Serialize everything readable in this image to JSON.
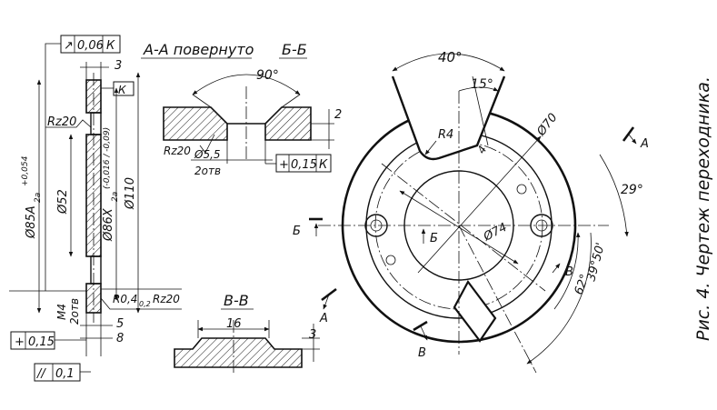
{
  "caption": "Рис. 4. Чертеж переходника.",
  "section_titles": {
    "aa": "А-А повернуто",
    "bb": "Б-Б",
    "vv": "В-В"
  },
  "feature_frames": {
    "top_left": {
      "symbol": "↗",
      "value": "0,06",
      "datum": "К"
    },
    "datum_k": "К",
    "bb": {
      "symbol": "+",
      "value": "0,15",
      "datum": "К"
    },
    "bottom_plus": {
      "symbol": "+",
      "value": "0,15"
    },
    "bottom_parallel": {
      "symbol": "//",
      "value": "0,1"
    }
  },
  "dimensions_aa": {
    "d_3": "3",
    "rz20_top": "Rz20",
    "d85": "Ø85А",
    "d85_sub": "2a",
    "d85_tol": "+0,054",
    "d52": "Ø52",
    "d86": "Ø86Х",
    "d86_sub": "2a",
    "d86_tol": "(-0,016 / -0,09)",
    "d110": "Ø110",
    "m4": "М4",
    "m4_holes": "2отв",
    "r04": "R0,4",
    "r04_sub": "0,2",
    "rz20_bottom": "Rz20",
    "d_5": "5",
    "d_8": "8"
  },
  "dimensions_bb": {
    "angle": "90°",
    "rz20": "Rz20",
    "d55": "Ø5,5",
    "holes": "2отв",
    "d_2": "2"
  },
  "dimensions_vv": {
    "d_16": "16",
    "d_3": "3"
  },
  "main_view": {
    "angle_40": "40°",
    "angle_15": "15°",
    "r4": "R4",
    "d_4": "4",
    "d70": "Ø70",
    "d74": "Ø74",
    "angle_29": "29°",
    "angle_39": "39°50'",
    "angle_62": "62°",
    "cut_a_top": "А",
    "cut_a_bottom": "А",
    "cut_b_left": "Б",
    "cut_b_center": "Б",
    "cut_v_right": "В",
    "cut_v_bottom": "В"
  }
}
